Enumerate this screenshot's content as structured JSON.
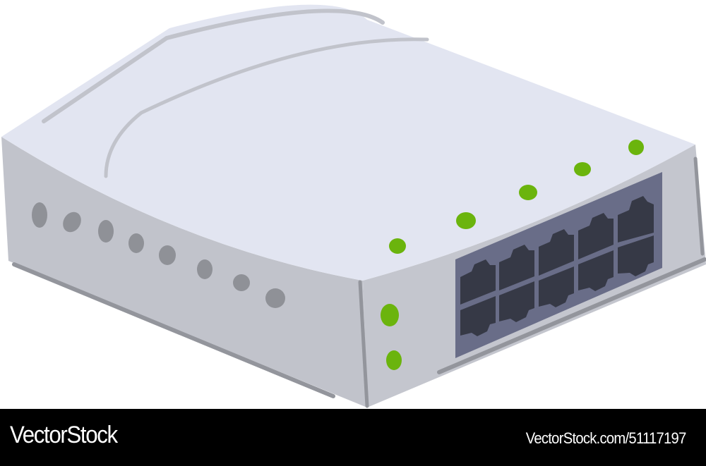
{
  "illustration": {
    "subject": "network switch",
    "ports": {
      "rows": 2,
      "columns": 5,
      "count": 10
    },
    "top_leds": 5,
    "front_leds": 2,
    "side_vents": 8,
    "colors": {
      "top": "#E2E5F1",
      "side": "#C1C3CB",
      "edge": "#93959C",
      "port_panel": "#696D88",
      "port": "#363946",
      "led": "#6BB40D",
      "vent": "#8F9197"
    }
  },
  "footer": {
    "brand": "VectorStock",
    "reference": "VectorStock.com/51117197"
  }
}
